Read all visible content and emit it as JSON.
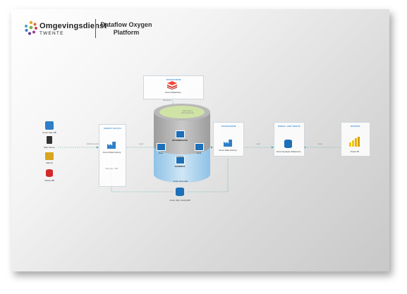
{
  "header": {
    "brand_name": "Omgevingsdienst",
    "brand_sub": "TWENTE",
    "title_line1": "Dataflow Oxygen",
    "title_line2": "Platform"
  },
  "sources": [
    {
      "label": "Azure SQL DB",
      "icon": "sql-icon"
    },
    {
      "label": "SQL Server",
      "icon": "server-icon"
    },
    {
      "label": "SQLFS",
      "icon": "sql-folder-icon"
    },
    {
      "label": "Oracle DB",
      "icon": "oracle-db-icon"
    }
  ],
  "ingest": {
    "title": "INGEST BATCH",
    "item": "Azure Data Factory",
    "note": "ADF jobs - ADF",
    "edge_in": "Full/Incremental"
  },
  "transform_top": {
    "title": "TRANSFORM",
    "item": "Azure Databricks",
    "edge_out": "Databricks"
  },
  "lake": {
    "label": "Azure Data lake",
    "note": "Data Lake & Data lakehouse",
    "zones": [
      "INTERMEDIATE",
      "Raw",
      "Gold",
      "Curated",
      "SANDBOX"
    ]
  },
  "transform_mid": {
    "title": "TRANSFORM",
    "item": "Azure Data Factory"
  },
  "model": {
    "title": "MODEL AND SERVE",
    "item": "Azure Synapse Dataverse"
  },
  "report": {
    "title": "REPORT",
    "item": "Power BI"
  },
  "bottom": {
    "item": "Azure SQL Config DB"
  },
  "edge_labels": {
    "load": "Load",
    "serve": "Load",
    "report": "Read"
  }
}
